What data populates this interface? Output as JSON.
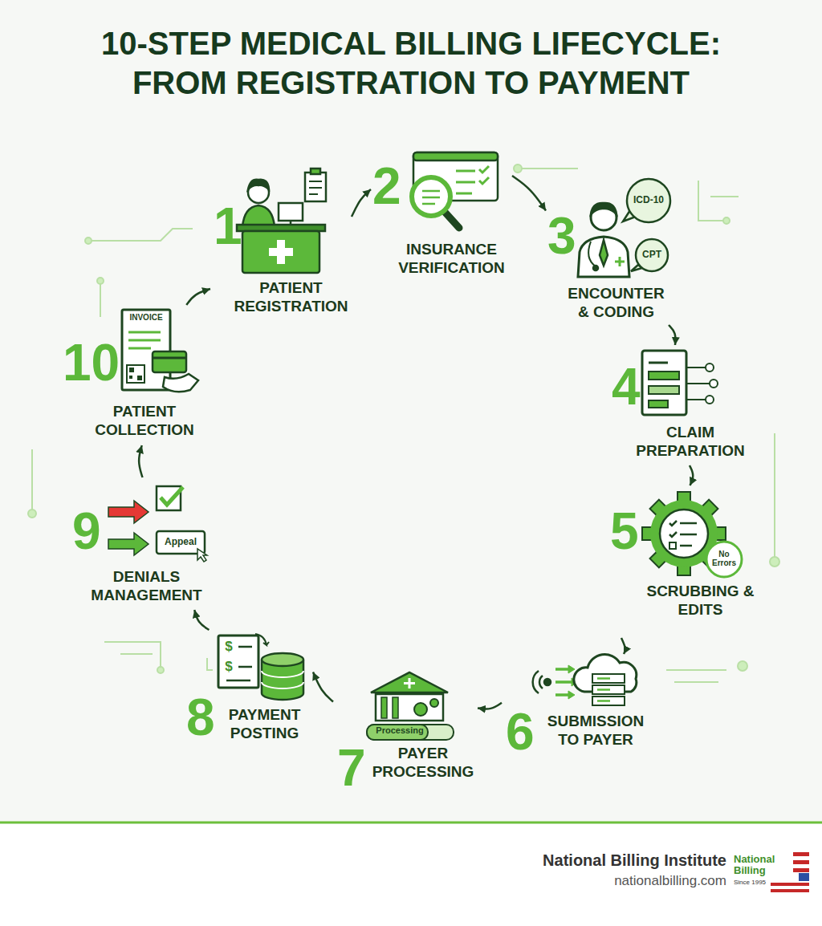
{
  "diagram": {
    "title": "10-STEP MEDICAL BILLING LIFECYCLE: FROM REGISTRATION TO PAYMENT",
    "nodes": [
      {
        "text": [
          "1",
          "PATIENT REGISTRATION"
        ]
      },
      {
        "text": [
          "2",
          "INSURANCE VERIFICATION"
        ]
      },
      {
        "text": [
          "3",
          "ENCOUNTER & CODING"
        ]
      },
      {
        "text": [
          "4",
          "CLAIM PREPARATION"
        ]
      },
      {
        "text": [
          "5",
          "SCRUBBING & EDITS"
        ]
      },
      {
        "text": [
          "6",
          "SUBMISSION TO PAYER"
        ]
      },
      {
        "text": [
          "7",
          "PAYER PROCESSING"
        ]
      },
      {
        "text": [
          "8",
          "PAYMENT POSTING"
        ]
      },
      {
        "text": [
          "9",
          "DENIALS MANAGEMENT"
        ]
      },
      {
        "text": [
          "10",
          "PATIENT COLLECTION"
        ]
      }
    ],
    "edges": [
      {
        "from": 0,
        "to": 1,
        "arrow": "to"
      },
      {
        "from": 1,
        "to": 2,
        "arrow": "to"
      },
      {
        "from": 2,
        "to": 3,
        "arrow": "to"
      },
      {
        "from": 3,
        "to": 4,
        "arrow": "to"
      },
      {
        "from": 4,
        "to": 5,
        "arrow": "to"
      },
      {
        "from": 5,
        "to": 6,
        "arrow": "to"
      },
      {
        "from": 6,
        "to": 7,
        "arrow": "to"
      },
      {
        "from": 7,
        "to": 8,
        "arrow": "to"
      },
      {
        "from": 8,
        "to": 9,
        "arrow": "to"
      },
      {
        "from": 9,
        "to": 0,
        "arrow": "to"
      }
    ],
    "labels": [
      "ICD-10",
      "CPT",
      "INVOICE",
      "No Errors",
      "Processing",
      "Appeal",
      "$",
      "$",
      "National Billing Institute",
      "nationalbilling.com",
      "National Billing",
      "Since 1995"
    ]
  }
}
